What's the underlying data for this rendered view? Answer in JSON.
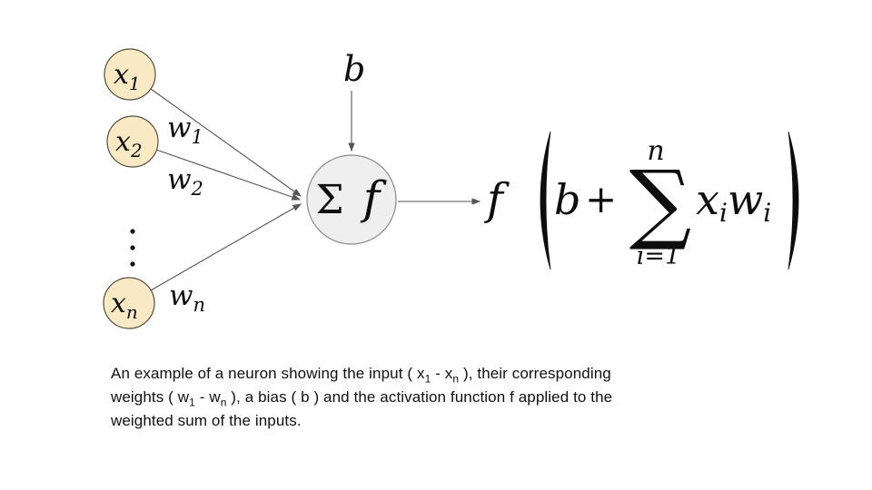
{
  "diagram": {
    "inputs": [
      {
        "base": "x",
        "sub": "1"
      },
      {
        "base": "x",
        "sub": "2"
      },
      {
        "base": "x",
        "sub": "n"
      }
    ],
    "weights": [
      {
        "base": "w",
        "sub": "1"
      },
      {
        "base": "w",
        "sub": "2"
      },
      {
        "base": "w",
        "sub": "n"
      }
    ],
    "bias_label": "b",
    "sum_node": {
      "sum_symbol": "Σ",
      "activation_symbol": "f"
    },
    "colors": {
      "input_node_fill": "#F9EAC5",
      "input_node_stroke": "#57503C",
      "sum_node_fill": "#EFEFEF",
      "sum_node_stroke": "#8A8A8A",
      "edge": "#555555",
      "math": "#0D0D0D"
    }
  },
  "formula": {
    "function": "f",
    "bias_term": "b",
    "plus": "+",
    "sigma": "∑",
    "upper_limit": "n",
    "lower_limit": "i=1",
    "summand": {
      "x_base": "x",
      "x_sub": "i",
      "w_base": "w",
      "w_sub": "i"
    }
  },
  "caption": {
    "line1": {
      "a": "An example of a neuron showing the input ( x",
      "sub1": "1",
      "b": " - x",
      "sub2": "n",
      "c": " ), their corresponding"
    },
    "line2": {
      "a": "weights ( w",
      "sub1": "1",
      "b": " - w",
      "sub2": "n",
      "c": " ), a bias ( b ) and the activation function f applied to the"
    },
    "line3": "weighted sum of the inputs."
  }
}
